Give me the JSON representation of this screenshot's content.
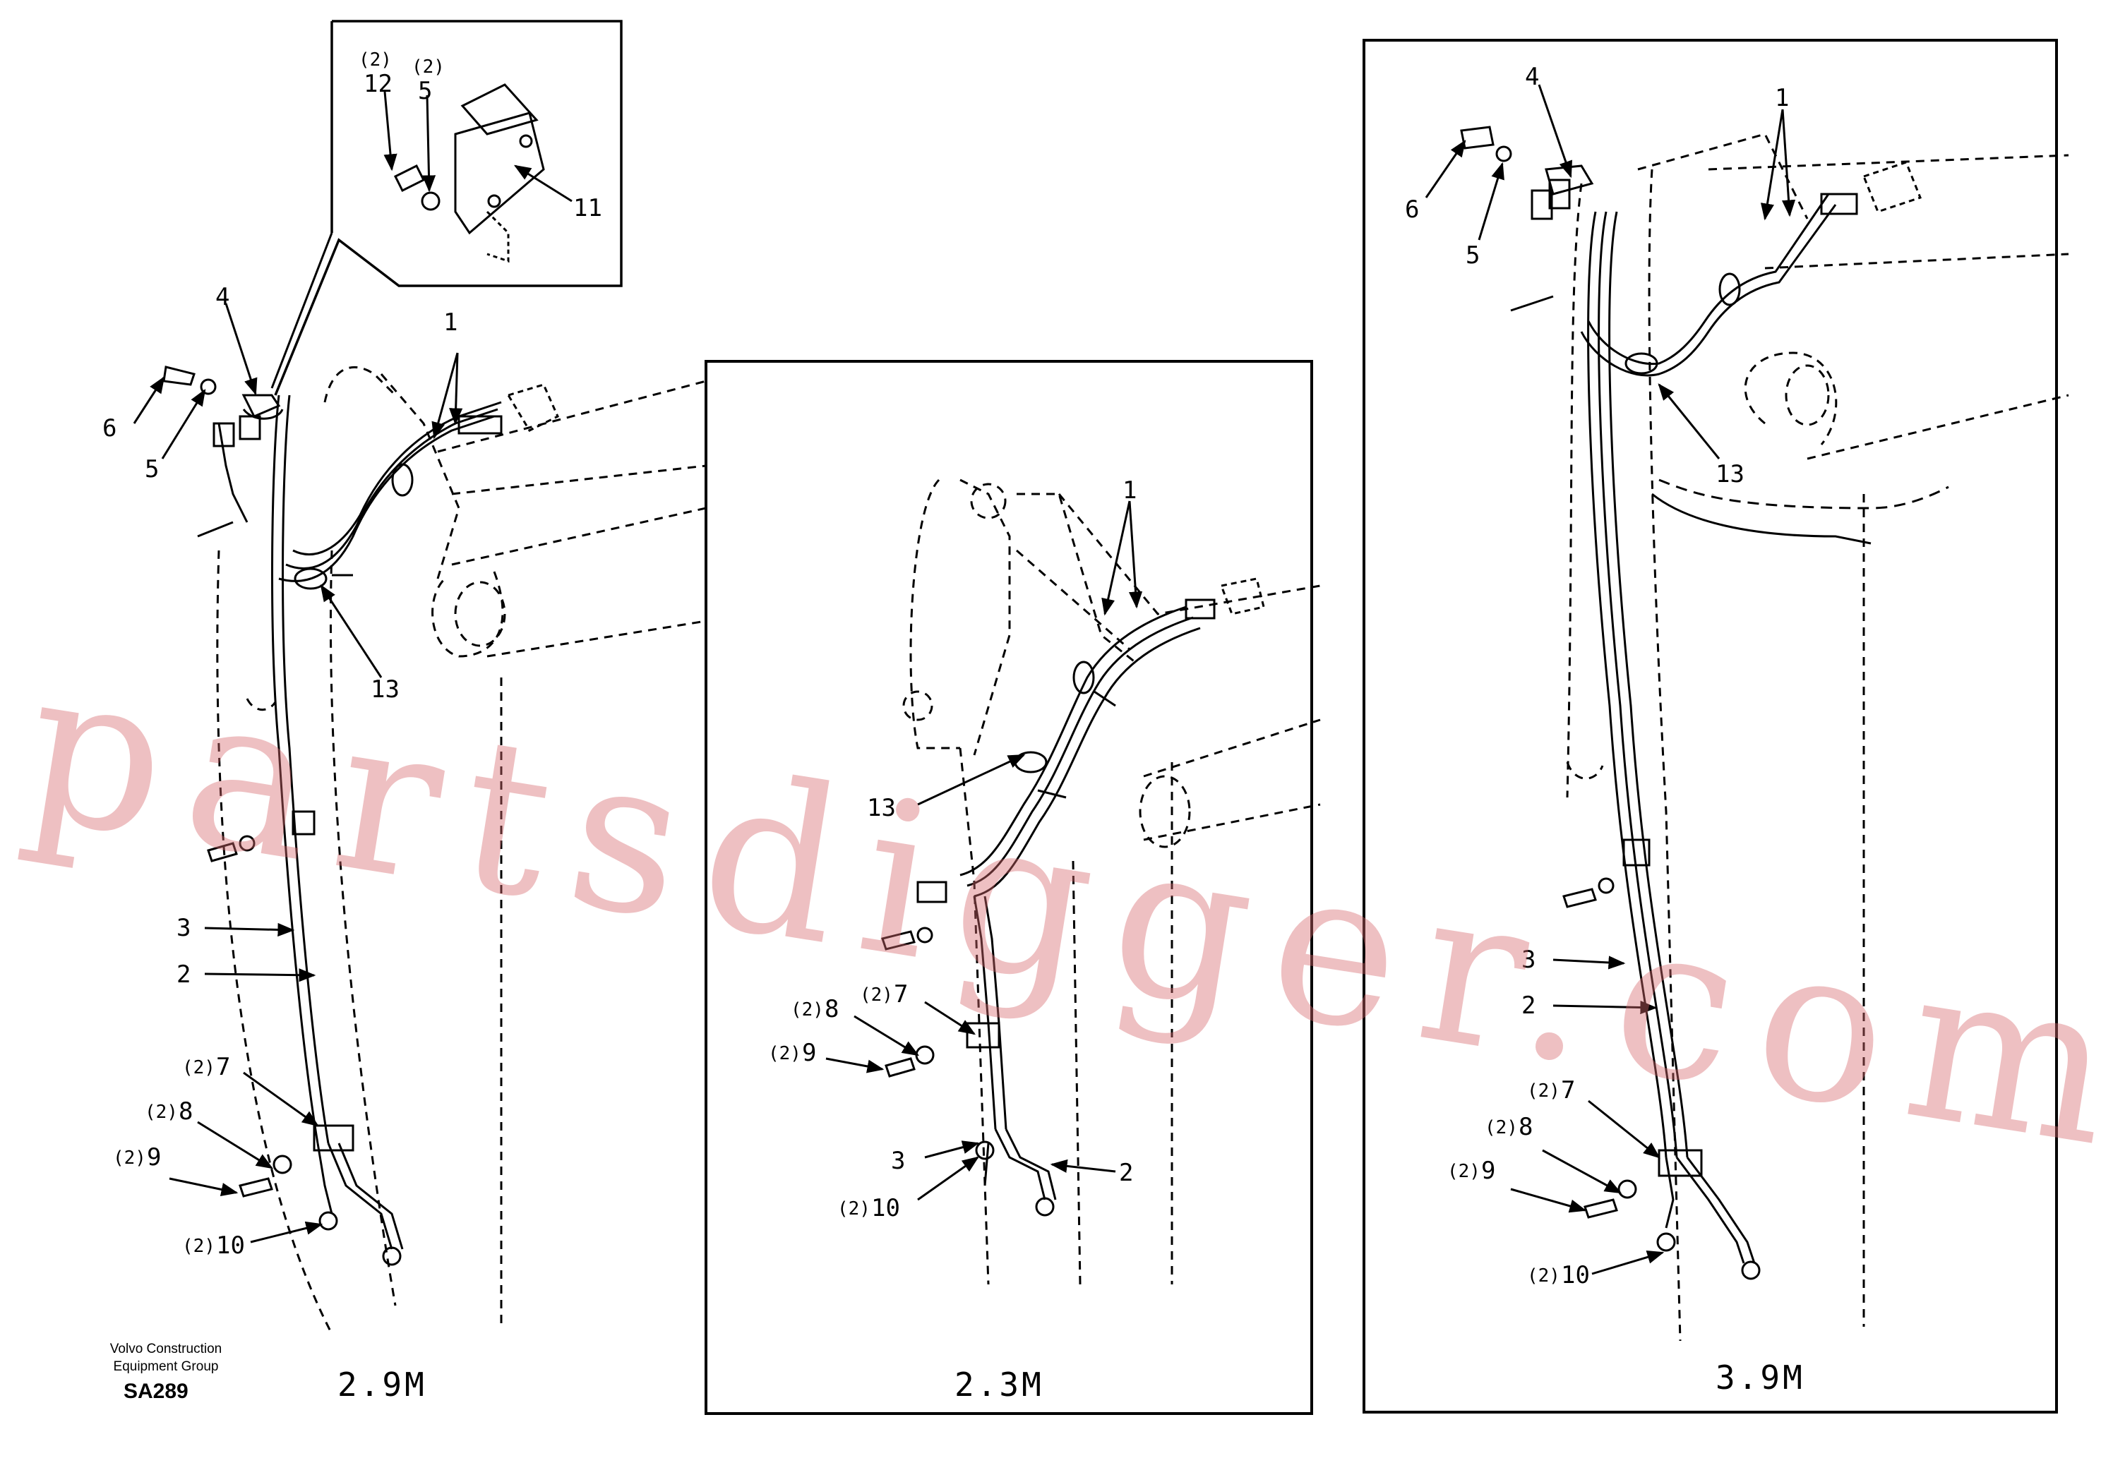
{
  "company": "Volvo Construction\nEquipment Group",
  "drawing_code": "SA289",
  "watermark": "partsdigger.com",
  "views": [
    {
      "length": "2.9M"
    },
    {
      "length": "2.3M"
    },
    {
      "length": "3.9M"
    }
  ],
  "callouts": {
    "p1": "1",
    "p2": "2",
    "p3": "3",
    "p4": "4",
    "p5": "5",
    "p6": "6",
    "p7": "7",
    "p8": "8",
    "p9": "9",
    "p10": "10",
    "p11": "11",
    "p12": "12",
    "p13": "13",
    "qty2": "(2)"
  }
}
